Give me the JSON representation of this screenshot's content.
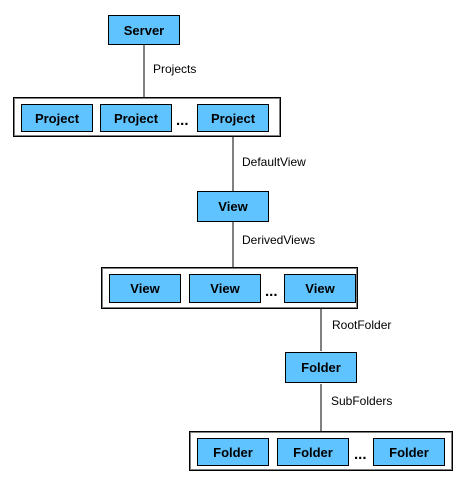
{
  "diagram": {
    "root": {
      "label": "Server"
    },
    "edges": {
      "projects": "Projects",
      "default_view": "DefaultView",
      "derived_views": "DerivedViews",
      "root_folder": "RootFolder",
      "sub_folders": "SubFolders"
    },
    "project_group": {
      "items": [
        "Project",
        "Project",
        "Project"
      ],
      "ellipsis": "..."
    },
    "default_view_node": {
      "label": "View"
    },
    "view_group": {
      "items": [
        "View",
        "View",
        "View"
      ],
      "ellipsis": "..."
    },
    "root_folder_node": {
      "label": "Folder"
    },
    "folder_group": {
      "items": [
        "Folder",
        "Folder",
        "Folder"
      ],
      "ellipsis": "..."
    },
    "colors": {
      "node_fill": "#5fc3ff",
      "border": "#000000",
      "background": "#ffffff"
    }
  }
}
